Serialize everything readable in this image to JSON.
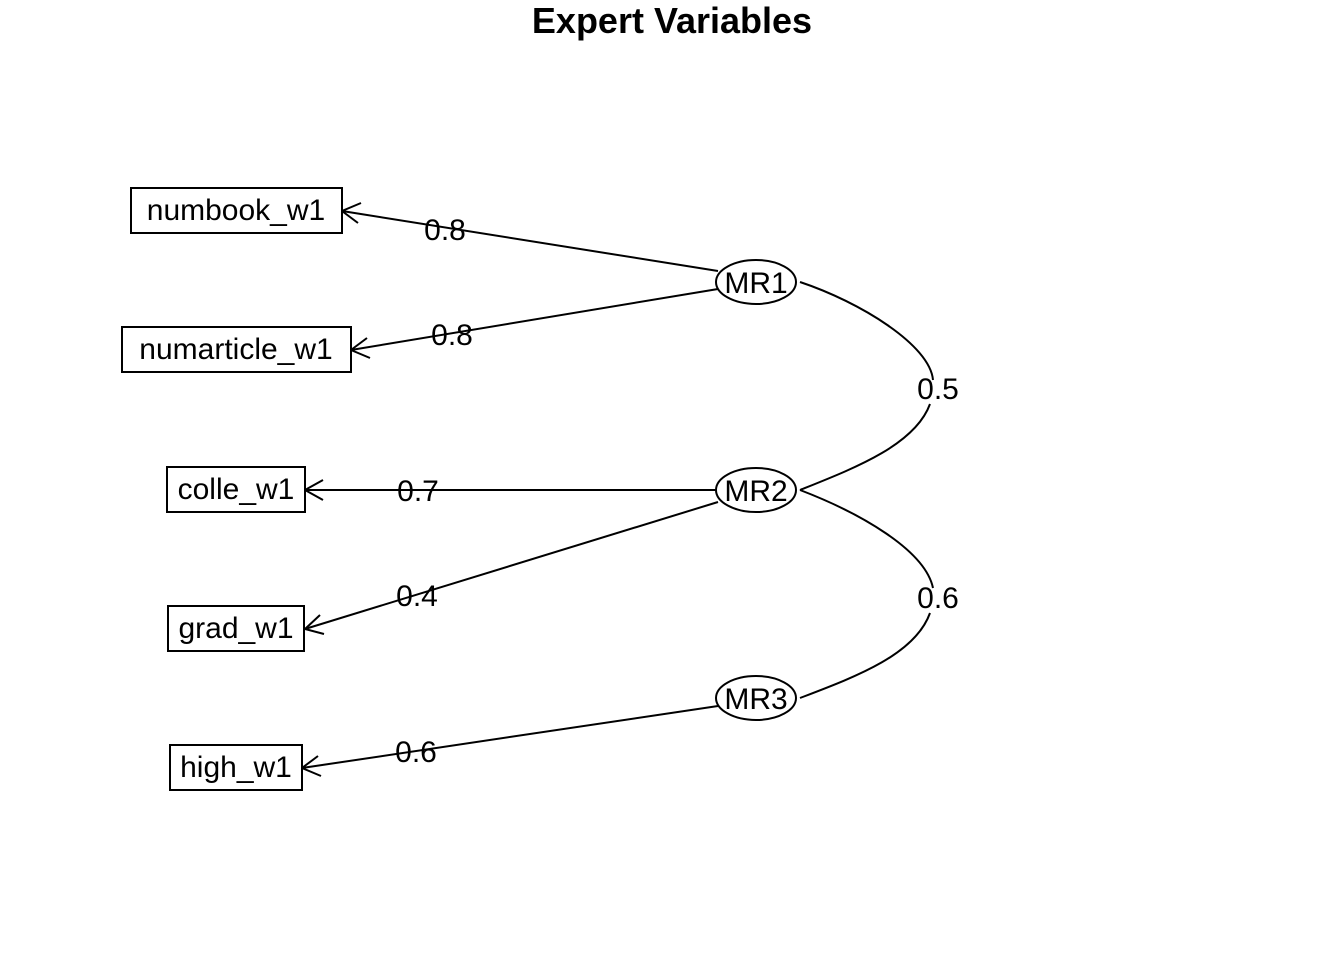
{
  "title": "Expert Variables",
  "factors": [
    {
      "id": "MR1",
      "label": "MR1"
    },
    {
      "id": "MR2",
      "label": "MR2"
    },
    {
      "id": "MR3",
      "label": "MR3"
    }
  ],
  "variables": [
    {
      "id": "numbook_w1",
      "label": "numbook_w1"
    },
    {
      "id": "numarticle_w1",
      "label": "numarticle_w1"
    },
    {
      "id": "colle_w1",
      "label": "colle_w1"
    },
    {
      "id": "grad_w1",
      "label": "grad_w1"
    },
    {
      "id": "high_w1",
      "label": "high_w1"
    }
  ],
  "loadings": [
    {
      "from": "MR1",
      "to": "numbook_w1",
      "value": "0.8"
    },
    {
      "from": "MR1",
      "to": "numarticle_w1",
      "value": "0.8"
    },
    {
      "from": "MR2",
      "to": "colle_w1",
      "value": "0.7"
    },
    {
      "from": "MR2",
      "to": "grad_w1",
      "value": "0.4"
    },
    {
      "from": "MR3",
      "to": "high_w1",
      "value": "0.6"
    }
  ],
  "correlations": [
    {
      "from": "MR1",
      "to": "MR2",
      "value": "0.5"
    },
    {
      "from": "MR2",
      "to": "MR3",
      "value": "0.6"
    }
  ]
}
